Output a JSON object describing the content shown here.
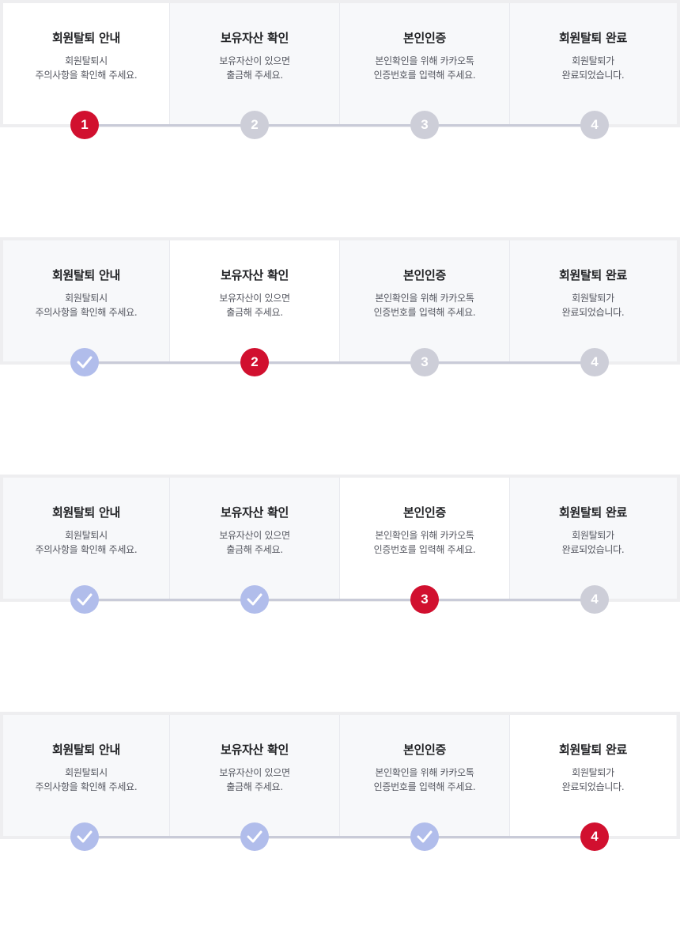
{
  "steps": [
    {
      "title": "회원탈퇴 안내",
      "desc_line1": "회원탈퇴시",
      "desc_line2": "주의사항을 확인해 주세요.",
      "number": "1"
    },
    {
      "title": "보유자산 확인",
      "desc_line1": "보유자산이 있으면",
      "desc_line2": "출금해 주세요.",
      "number": "2"
    },
    {
      "title": "본인인증",
      "desc_line1": "본인확인을 위해 카카오톡",
      "desc_line2": "인증번호를 입력해 주세요.",
      "number": "3"
    },
    {
      "title": "회원탈퇴 완료",
      "desc_line1": "회원탈퇴가",
      "desc_line2": "완료되었습니다.",
      "number": "4"
    }
  ],
  "variants": [
    {
      "current_step": 1
    },
    {
      "current_step": 2
    },
    {
      "current_step": 3
    },
    {
      "current_step": 4
    }
  ],
  "icons": {
    "completed": "check-icon"
  },
  "colors": {
    "current": "#d1102f",
    "completed": "#b1bdeb",
    "pending": "#cdced8",
    "track": "#c9cbd8",
    "panel_bg": "#f7f8fa",
    "current_panel_bg": "#ffffff"
  }
}
